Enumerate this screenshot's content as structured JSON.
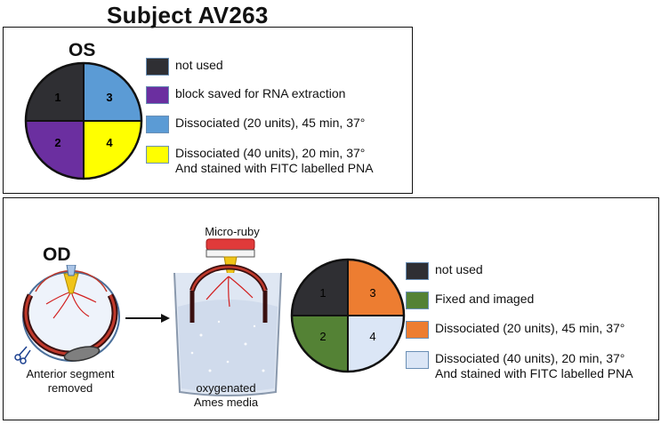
{
  "title": "Subject  AV263",
  "os": {
    "label": "OS",
    "quadrants": [
      {
        "num": "1",
        "color": "#2f2f33"
      },
      {
        "num": "2",
        "color": "#6b2fa0"
      },
      {
        "num": "3",
        "color": "#5b9bd5"
      },
      {
        "num": "4",
        "color": "#ffff00"
      }
    ],
    "legend": [
      {
        "color": "#2f2f33",
        "lines": [
          "not used"
        ]
      },
      {
        "color": "#6b2fa0",
        "lines": [
          "block saved for RNA extraction"
        ]
      },
      {
        "color": "#5b9bd5",
        "lines": [
          "Dissociated (20 units), 45 min, 37°"
        ]
      },
      {
        "color": "#ffff00",
        "lines": [
          "Dissociated (40 units), 20 min, 37°",
          "And stained with FITC labelled PNA"
        ]
      }
    ]
  },
  "od": {
    "label": "OD",
    "quadrants": [
      {
        "num": "1",
        "color": "#2f2f33"
      },
      {
        "num": "2",
        "color": "#548235"
      },
      {
        "num": "3",
        "color": "#ed7d31"
      },
      {
        "num": "4",
        "color": "#dbe6f6"
      }
    ],
    "legend": [
      {
        "color": "#2f2f33",
        "lines": [
          "not used"
        ]
      },
      {
        "color": "#548235",
        "lines": [
          "Fixed and imaged"
        ]
      },
      {
        "color": "#ed7d31",
        "lines": [
          "Dissociated (20 units), 45 min, 37°"
        ]
      },
      {
        "color": "#dbe6f6",
        "lines": [
          "Dissociated (40 units), 20 min, 37°",
          "And stained with FITC labelled PNA"
        ]
      }
    ],
    "eye_caption": [
      "Anterior segment",
      "removed"
    ],
    "beaker_caption": [
      "oxygenated",
      "Ames media"
    ],
    "micro_ruby_label": "Micro-ruby"
  }
}
